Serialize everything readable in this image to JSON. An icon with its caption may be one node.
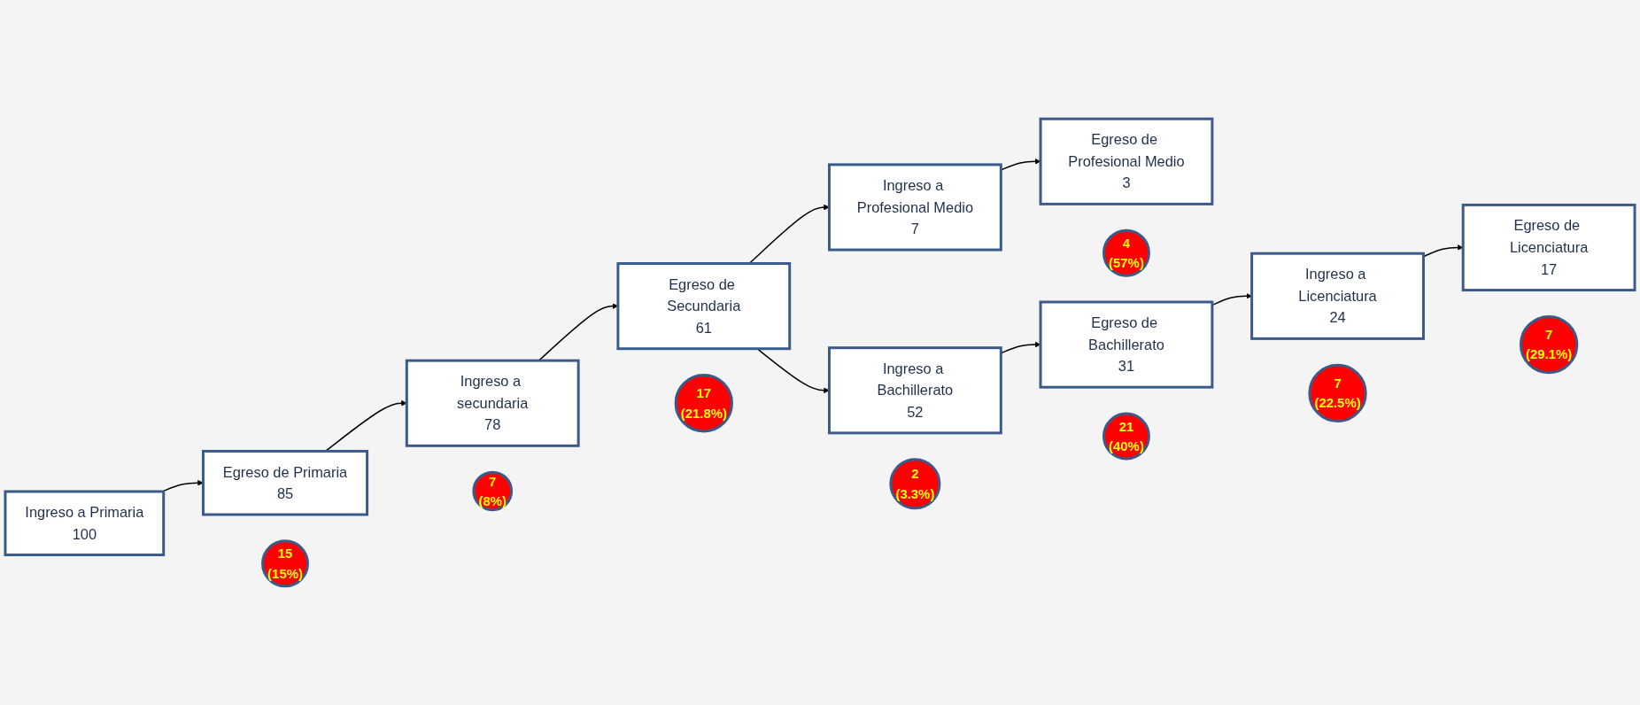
{
  "diagram": {
    "nodes": [
      {
        "text": [
          "Ingreso a Primaria",
          "100"
        ]
      },
      {
        "text": [
          "Egreso de Primaria",
          "85"
        ]
      },
      {
        "text": [
          "Ingreso a secundaria",
          "78"
        ]
      },
      {
        "text": [
          "Egreso de Secundaria",
          "61"
        ]
      },
      {
        "text": [
          "Ingreso a Profesional Medio",
          "7"
        ]
      },
      {
        "text": [
          "Egreso de Profesional Medio",
          "3"
        ]
      },
      {
        "text": [
          "Ingreso a Bachillerato",
          "52"
        ]
      },
      {
        "text": [
          "Egreso de Bachillerato",
          "31"
        ]
      },
      {
        "text": [
          "Ingreso a Licenciatura",
          "24"
        ]
      },
      {
        "text": [
          "Egreso de Licenciatura",
          "17"
        ]
      },
      {
        "text": [
          "15",
          "(15%)"
        ]
      },
      {
        "text": [
          "7",
          "(8%)"
        ]
      },
      {
        "text": [
          "17",
          "(21.8%)"
        ]
      },
      {
        "text": [
          "2",
          "(3.3%)"
        ]
      },
      {
        "text": [
          "4",
          "(57%)"
        ]
      },
      {
        "text": [
          "21",
          "(40%)"
        ]
      },
      {
        "text": [
          "7",
          "(22.5%)"
        ]
      },
      {
        "text": [
          "7",
          "(29.1%)"
        ]
      }
    ],
    "edges": [
      {
        "from": 0,
        "to": 1,
        "arrow": "to"
      },
      {
        "from": 1,
        "to": 2,
        "arrow": "to"
      },
      {
        "from": 2,
        "to": 3,
        "arrow": "to"
      },
      {
        "from": 3,
        "to": 4,
        "arrow": "to"
      },
      {
        "from": 3,
        "to": 6,
        "arrow": "to"
      },
      {
        "from": 4,
        "to": 5,
        "arrow": "to"
      },
      {
        "from": 6,
        "to": 7,
        "arrow": "to"
      },
      {
        "from": 7,
        "to": 8,
        "arrow": "to"
      },
      {
        "from": 8,
        "to": 9,
        "arrow": "to"
      }
    ]
  }
}
